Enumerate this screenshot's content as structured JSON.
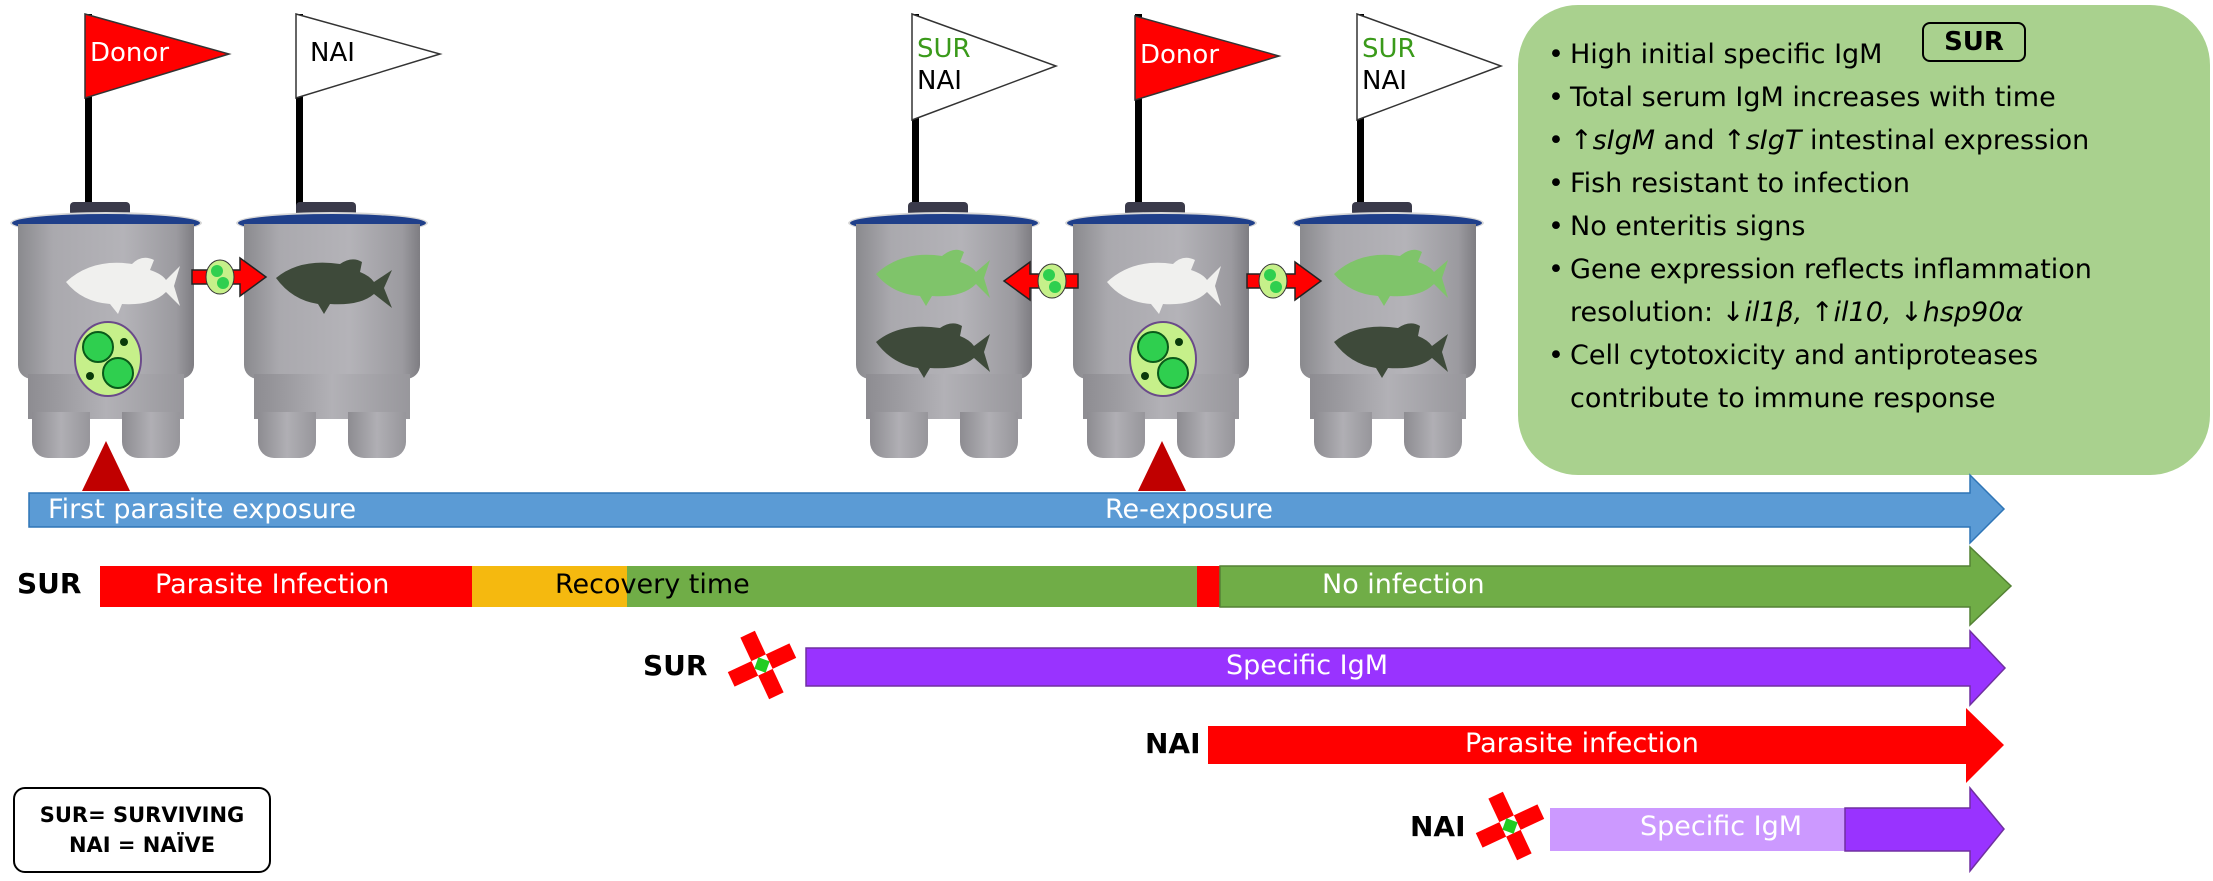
{
  "tanks_phase1": [
    {
      "flag_color": "#ff0000",
      "flag_lines": [
        {
          "text": "Donor",
          "color": "#ffffff"
        }
      ],
      "fish": [
        "white-fish"
      ],
      "has_cyst": true
    },
    {
      "flag_color": "#ffffff",
      "flag_lines": [
        {
          "text": "NAI",
          "color": "#000000"
        }
      ],
      "fish": [
        "dark-fish"
      ],
      "has_cyst": false
    }
  ],
  "tanks_phase2": [
    {
      "flag_color": "#ffffff",
      "flag_lines": [
        {
          "text": "SUR",
          "color": "#3a9a1a"
        },
        {
          "text": "NAI",
          "color": "#000000"
        }
      ],
      "fish": [
        "green-fish",
        "dark-fish"
      ],
      "has_cyst": false
    },
    {
      "flag_color": "#ff0000",
      "flag_lines": [
        {
          "text": "Donor",
          "color": "#ffffff"
        }
      ],
      "fish": [
        "white-fish"
      ],
      "has_cyst": true
    },
    {
      "flag_color": "#ffffff",
      "flag_lines": [
        {
          "text": "SUR",
          "color": "#3a9a1a"
        },
        {
          "text": "NAI",
          "color": "#000000"
        }
      ],
      "fish": [
        "green-fish",
        "dark-fish"
      ],
      "has_cyst": false
    }
  ],
  "info_box": {
    "badge": "SUR",
    "items": [
      {
        "parts": [
          {
            "t": "High initial specific IgM"
          }
        ]
      },
      {
        "parts": [
          {
            "t": "Total serum IgM increases with time"
          }
        ]
      },
      {
        "parts": [
          {
            "t": "↑"
          },
          {
            "t": "sIgM",
            "i": true
          },
          {
            "t": " and ↑"
          },
          {
            "t": "sIgT",
            "i": true
          },
          {
            "t": " intestinal expression"
          }
        ]
      },
      {
        "parts": [
          {
            "t": "Fish resistant to infection"
          }
        ]
      },
      {
        "parts": [
          {
            "t": "No enteritis signs"
          }
        ]
      },
      {
        "parts": [
          {
            "t": "Gene expression reflects inflammation"
          }
        ]
      },
      {
        "cont": true,
        "parts": [
          {
            "t": "resolution: ↓"
          },
          {
            "t": "il1β, ",
            "i": true
          },
          {
            "t": "↑"
          },
          {
            "t": "il10, ",
            "i": true
          },
          {
            "t": "↓"
          },
          {
            "t": "hsp90α",
            "i": true
          }
        ]
      },
      {
        "parts": [
          {
            "t": "Cell cytotoxicity and antiproteases"
          }
        ]
      },
      {
        "cont": true,
        "parts": [
          {
            "t": "contribute to immune response"
          }
        ]
      }
    ],
    "color": "#a9d18e"
  },
  "timeline": {
    "exposure_bar": {
      "color": "#5b9bd5",
      "labels": [
        "First parasite exposure",
        "Re-exposure"
      ]
    },
    "sur_status": {
      "label": "SUR",
      "segments": [
        {
          "text": "Parasite Infection",
          "color": "#ff0000"
        },
        {
          "text": "",
          "color": "#f5b90f"
        },
        {
          "text": "",
          "color": "#70ad47"
        },
        {
          "text": "",
          "color": "#ff0000"
        },
        {
          "text": "No infection",
          "color": "#70ad47"
        }
      ],
      "overlay_text": "Recovery time"
    },
    "sur_igm": {
      "label": "SUR",
      "text": "Specific IgM",
      "color": "#9933ff"
    },
    "nai_infection": {
      "label": "NAI",
      "text": "Parasite infection",
      "color": "#ff0000"
    },
    "nai_igm": {
      "label": "NAI",
      "text": "Specific IgM",
      "light_color": "#cc99ff",
      "color": "#9933ff"
    }
  },
  "legend": {
    "line1": "SUR= SURVIVING",
    "line2": "NAI = NAÏVE"
  }
}
